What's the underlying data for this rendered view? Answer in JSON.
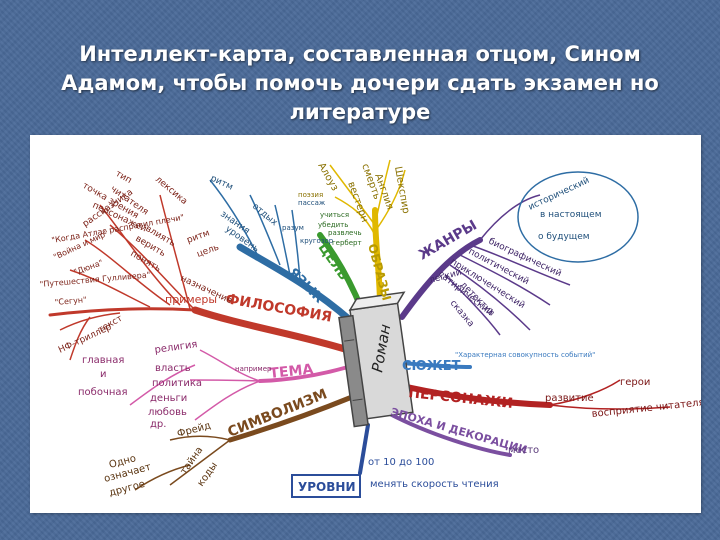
{
  "slide": {
    "title_line1": "Интеллект-карта, составленная отцом, Сином",
    "title_line2": "Адамом, чтобы помочь дочери сдать экзамен но",
    "title_line3": "литературе"
  },
  "colors": {
    "background": "#4a6a99",
    "card": "#ffffff",
    "philosophy": "#c0392b",
    "language": "#2e6da4",
    "goal": "#3a9a2e",
    "forms": "#e0b800",
    "genres": "#5b3a8a",
    "plot": "#3a7abf",
    "characters": "#b22222",
    "scenery": "#7b4fa0",
    "theme": "#d35aa8",
    "symbolism": "#7a4a1e",
    "levels": "#2b4d9a"
  },
  "mindmap": {
    "center": "Роман",
    "philosophy": {
      "label": "ФИЛОСОФИЯ",
      "items": [
        "тип",
        "читателя",
        "лексика",
        "точка зрения",
        "персонажей",
        "рассказчика",
        "влиять",
        "верить",
        "понять",
        "ритм",
        "цель",
        "назначение",
        "примеры"
      ],
      "examples": [
        "\"Когда Атлас расправил плечи\"",
        "\"Война и мир\"",
        "\"Дюна\"",
        "\"Путешествия Гулливера\"",
        "\"Сегун\"",
        "НФ-триллер",
        "текст"
      ]
    },
    "language": {
      "label": "ЯЗЫК",
      "items": [
        "ритм",
        "знания",
        "уровень",
        "отдых",
        "разум",
        "кругозор",
        "пассаж"
      ]
    },
    "goal": {
      "label": "ЦЕЛЬ",
      "items": [
        "учиться",
        "убедить",
        "развлечь",
        "герберт"
      ]
    },
    "forms": {
      "label": "ОБРАЗЫ",
      "items": [
        "смерть",
        "Англия",
        "вестерн",
        "Шекспир",
        "Алоуз",
        "поэзия"
      ]
    },
    "genres": {
      "label": "ЖАНРЫ",
      "items": [
        "биографический",
        "политический",
        "приключенческий",
        "сатирический",
        "легкий",
        "детектив",
        "сказка"
      ],
      "time": [
        "исторический",
        "в настоящем",
        "о будущем"
      ]
    },
    "plot": {
      "label": "СЮЖЕТ",
      "note": "\"Характерная совокупность событий\""
    },
    "characters": {
      "label": "ПЕРСОНАЖИ",
      "items": [
        "развитие",
        "герои",
        "восприятие читателя"
      ]
    },
    "scenery": {
      "label": "ЭПОХА И ДЕКОРАЦИИ",
      "items": [
        "место"
      ]
    },
    "levels": {
      "label": "УРОВНИ",
      "items": [
        "от 10 до 100",
        "менять скорость чтения"
      ]
    },
    "theme": {
      "label": "ТЕМА",
      "items": [
        "религия",
        "власть",
        "политика",
        "деньги",
        "любовь",
        "др.",
        "например",
        "главная",
        "и",
        "побочная"
      ]
    },
    "symbolism": {
      "label": "СИМВОЛИЗМ",
      "items": [
        "Фрейд",
        "тайна",
        "коды",
        "Одно",
        "означает",
        "другое"
      ]
    }
  }
}
